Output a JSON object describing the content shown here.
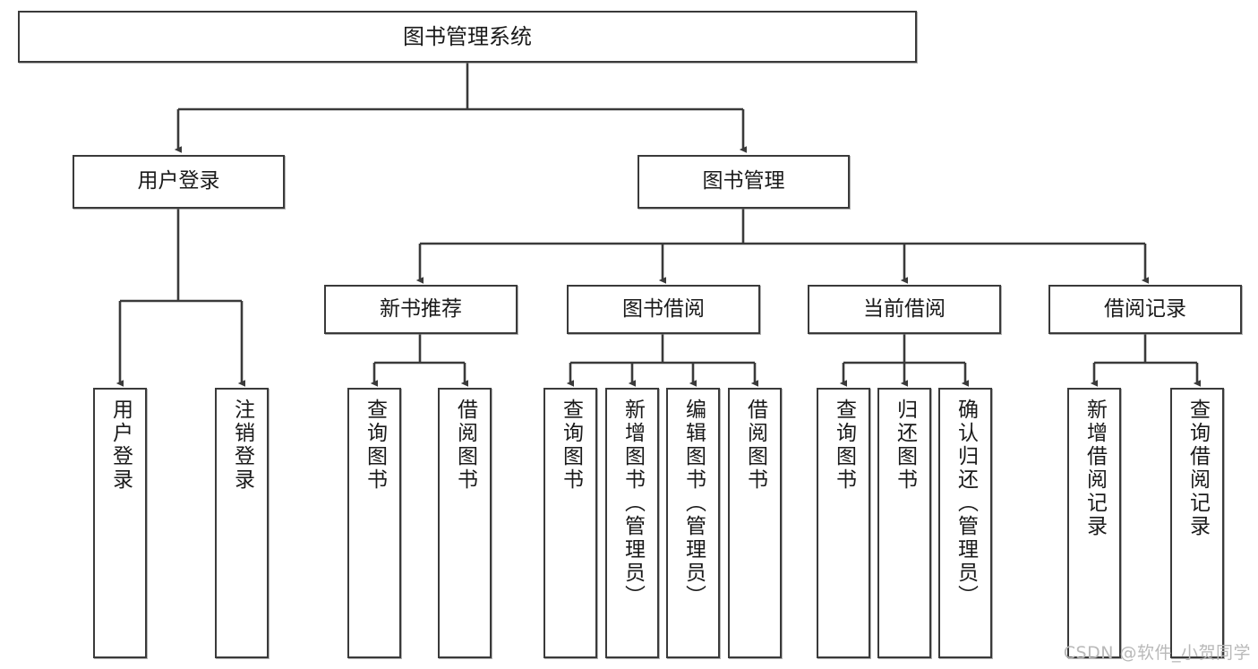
{
  "diagram": {
    "title": "图书管理系统",
    "type": "tree-hierarchy-chart",
    "watermark": "CSDN @软件_小贺同学",
    "colors": {
      "box_border": "#3a3a3a",
      "box_fill": "#ffffff",
      "connector": "#3a3a3a",
      "text": "#1a1a1a",
      "watermark": "#b9b9b9"
    },
    "nodes": {
      "root": {
        "label": "图书管理系统"
      },
      "level1": [
        {
          "id": "user-login",
          "label": "用户登录"
        },
        {
          "id": "book-management",
          "label": "图书管理"
        }
      ],
      "level2": [
        {
          "id": "new-book-recommend",
          "label": "新书推荐"
        },
        {
          "id": "book-borrow",
          "label": "图书借阅"
        },
        {
          "id": "current-borrow",
          "label": "当前借阅"
        },
        {
          "id": "borrow-record",
          "label": "借阅记录"
        }
      ],
      "leaves": {
        "user_login": [
          {
            "id": "leaf-user-login",
            "label": "用户登录"
          },
          {
            "id": "leaf-logout-login",
            "label": "注销登录"
          }
        ],
        "new_book_recommend": [
          {
            "id": "leaf-query-book-1",
            "label": "查询图书"
          },
          {
            "id": "leaf-borrow-book-1",
            "label": "借阅图书"
          }
        ],
        "book_borrow": [
          {
            "id": "leaf-query-book-2",
            "label": "查询图书"
          },
          {
            "id": "leaf-add-book",
            "label": "新增图书（管理员）"
          },
          {
            "id": "leaf-edit-book",
            "label": "编辑图书（管理员）"
          },
          {
            "id": "leaf-borrow-book-2",
            "label": "借阅图书"
          }
        ],
        "current_borrow": [
          {
            "id": "leaf-query-book-3",
            "label": "查询图书"
          },
          {
            "id": "leaf-return-book",
            "label": "归还图书"
          },
          {
            "id": "leaf-confirm-return",
            "label": "确认归还（管理员）"
          }
        ],
        "borrow_record": [
          {
            "id": "leaf-add-record",
            "label": "新增借阅记录"
          },
          {
            "id": "leaf-query-record",
            "label": "查询借阅记录"
          }
        ]
      }
    }
  }
}
